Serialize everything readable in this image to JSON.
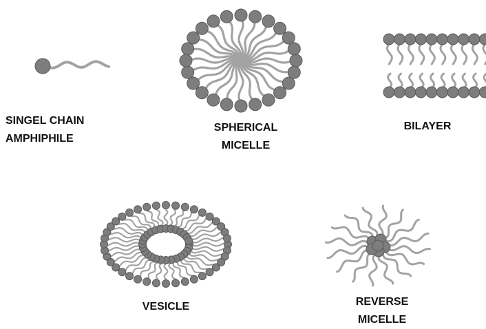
{
  "colors": {
    "head_fill": "#7d7d7d",
    "head_stroke": "#5a5a5a",
    "tail": "#a3a3a3",
    "text": "#111111",
    "background": "#ffffff"
  },
  "structures": [
    {
      "id": "single-chain-amphiphile",
      "label_lines": [
        "SINGEL CHAIN",
        "AMPHIPHILE"
      ]
    },
    {
      "id": "spherical-micelle",
      "label_lines": [
        "SPHERICAL",
        "MICELLE"
      ]
    },
    {
      "id": "bilayer",
      "label_lines": [
        "BILAYER"
      ]
    },
    {
      "id": "vesicle",
      "label_lines": [
        "VESICLE"
      ]
    },
    {
      "id": "reverse-micelle",
      "label_lines": [
        "REVERSE",
        "MICELLE"
      ]
    }
  ]
}
